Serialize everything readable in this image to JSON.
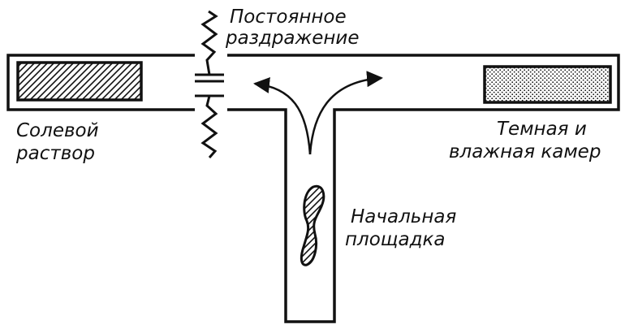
{
  "diagram": {
    "labels": {
      "stimulus_line1": "Постоянное",
      "stimulus_line2": "раздражение",
      "saline_line1": "Солевой",
      "saline_line2": "раствор",
      "dark_line1": "Темная и",
      "dark_line2": "влажная камер",
      "start_line1": "Начальная",
      "start_line2": "площадка"
    },
    "colors": {
      "ink": "#111111",
      "background": "#ffffff"
    }
  }
}
